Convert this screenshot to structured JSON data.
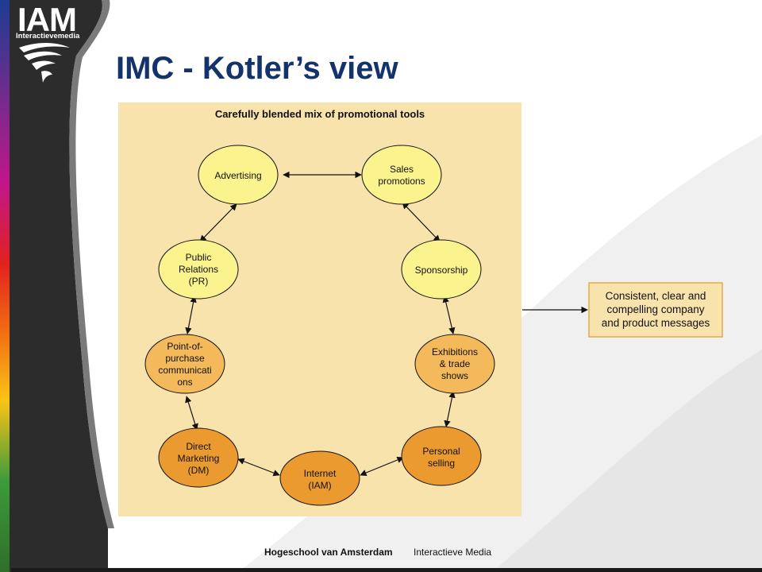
{
  "header": {
    "logo_text": "IAM",
    "logo_subtext": "Interactievemedia",
    "title": "IMC - Kotler’s view"
  },
  "diagram": {
    "heading": "Carefully blended mix of promotional tools",
    "nodes": {
      "advertising": [
        "Advertising"
      ],
      "sales_promotions": [
        "Sales",
        "promotions"
      ],
      "sponsorship": [
        "Sponsorship"
      ],
      "public_relations": [
        "Public",
        "Relations",
        "(PR)"
      ],
      "exhibitions": [
        "Exhibitions",
        "& trade",
        "shows"
      ],
      "point_of_purchase": [
        "Point-of-",
        "purchase",
        "communicati",
        "ons"
      ],
      "direct_marketing": [
        "Direct",
        "Marketing",
        "(DM)"
      ],
      "personal_selling": [
        "Personal",
        "selling"
      ],
      "internet": [
        "Internet",
        "(IAM)"
      ]
    },
    "output_box": [
      "Consistent, clear and",
      "compelling company",
      "and product messages"
    ],
    "colors": {
      "panel": "#f9e3ad",
      "light_node": "#fbf38d",
      "dark_node": "#ea9a2e",
      "title": "#14336b"
    }
  },
  "footer": {
    "school": "Hogeschool van Amsterdam",
    "department": "Interactieve Media"
  }
}
